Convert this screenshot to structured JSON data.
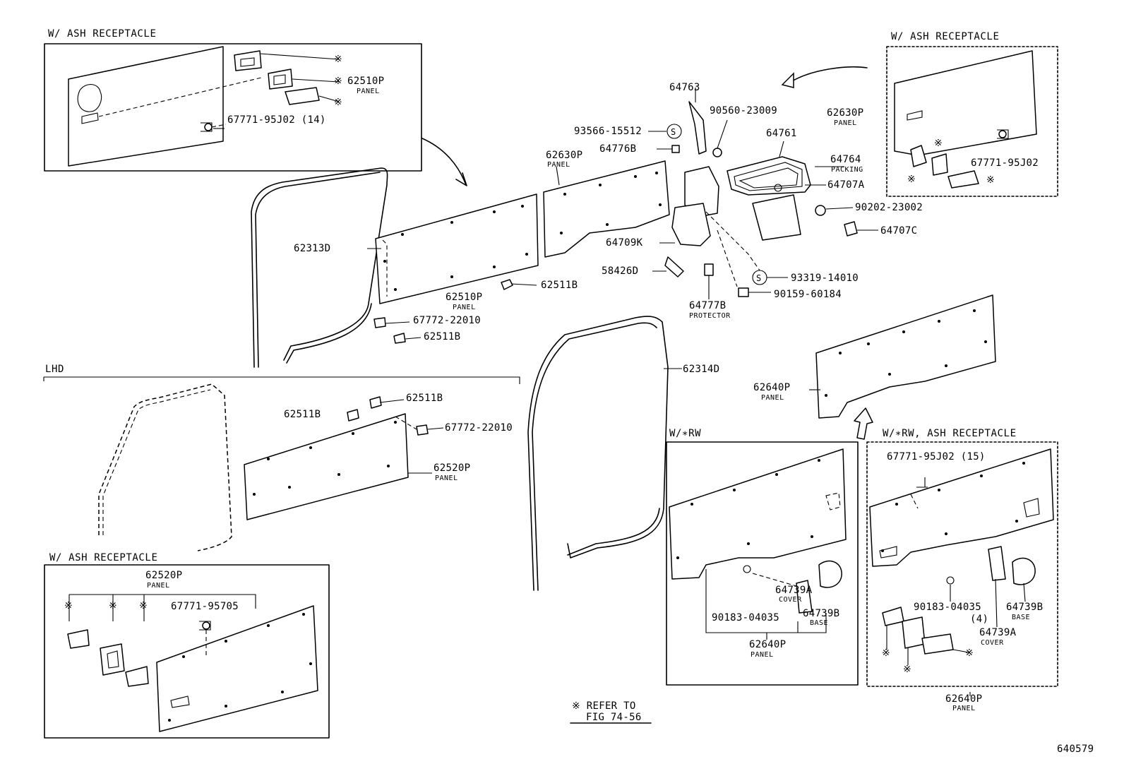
{
  "sections": {
    "top_left_header": "W/ ASH RECEPTACLE",
    "top_right_header": "W/ ASH RECEPTACLE",
    "lhd_header": "LHD",
    "bottom_left_header": "W/ ASH RECEPTACLE",
    "wrw_header": "W/∗RW",
    "wrw_ash_header": "W/∗RW, ASH RECEPTACLE"
  },
  "note": {
    "line1": "※ REFER TO",
    "line2": "FIG 74-56"
  },
  "figure_number": "640579",
  "labels": {
    "p62510P_tl": "62510P",
    "panel_tl": "PANEL",
    "p67771_95J02_14": "67771-95J02 (14)",
    "mark_tl_1": "※",
    "mark_tl_2": "※",
    "mark_tl_3": "※",
    "p62630P_tr": "62630P",
    "panel_tr": "PANEL",
    "p67771_95J02_tr": "67771-95J02",
    "mark_tr_1": "※",
    "mark_tr_2": "※",
    "mark_tr_3": "※",
    "p64763": "64763",
    "p90560_23009": "90560-23009",
    "p93566_15512": "93566-15512",
    "p64776B": "64776B",
    "p64761": "64761",
    "p64764": "64764",
    "packing": "PACKING",
    "p64707A": "64707A",
    "p90202_23002": "90202-23002",
    "p64707C": "64707C",
    "p64709K": "64709K",
    "p58426D": "58426D",
    "p93319_14010": "93319-14010",
    "p90159_60184": "90159-60184",
    "p64777B": "64777B",
    "protector": "PROTECTOR",
    "p62630P_c": "62630P",
    "panel_c": "PANEL",
    "p62313D": "62313D",
    "p62510P_c": "62510P",
    "panel_c2": "PANEL",
    "p62511B_c": "62511B",
    "p67772_22010_c": "67772-22010",
    "p62511B_c2": "62511B",
    "p62314D": "62314D",
    "p62640P_r": "62640P",
    "panel_r": "PANEL",
    "p62511B_l1": "62511B",
    "p62511B_l2": "62511B",
    "p67772_22010_l": "67772-22010",
    "p62520P_l": "62520P",
    "panel_l": "PANEL",
    "p62520P_bl": "62520P",
    "panel_bl": "PANEL",
    "p67771_95705": "67771-95705",
    "mark_bl_1": "※",
    "mark_bl_2": "※",
    "mark_bl_3": "※",
    "p64739A_w": "64739A",
    "cover_w": "COVER",
    "p64739B_w": "64739B",
    "base_w": "BASE",
    "p90183_04035_w": "90183-04035",
    "p62640P_w": "62640P",
    "panel_w": "PANEL",
    "p67771_95J02_15": "67771-95J02 (15)",
    "p90183_04035_wa": "90183-04035",
    "qty_4": "(4)",
    "p64739B_wa": "64739B",
    "base_wa": "BASE",
    "p64739A_wa": "64739A",
    "cover_wa": "COVER",
    "p62640P_wa": "62640P",
    "panel_wa": "PANEL",
    "mark_wa_1": "※",
    "mark_wa_2": "※",
    "mark_wa_3": "※"
  }
}
